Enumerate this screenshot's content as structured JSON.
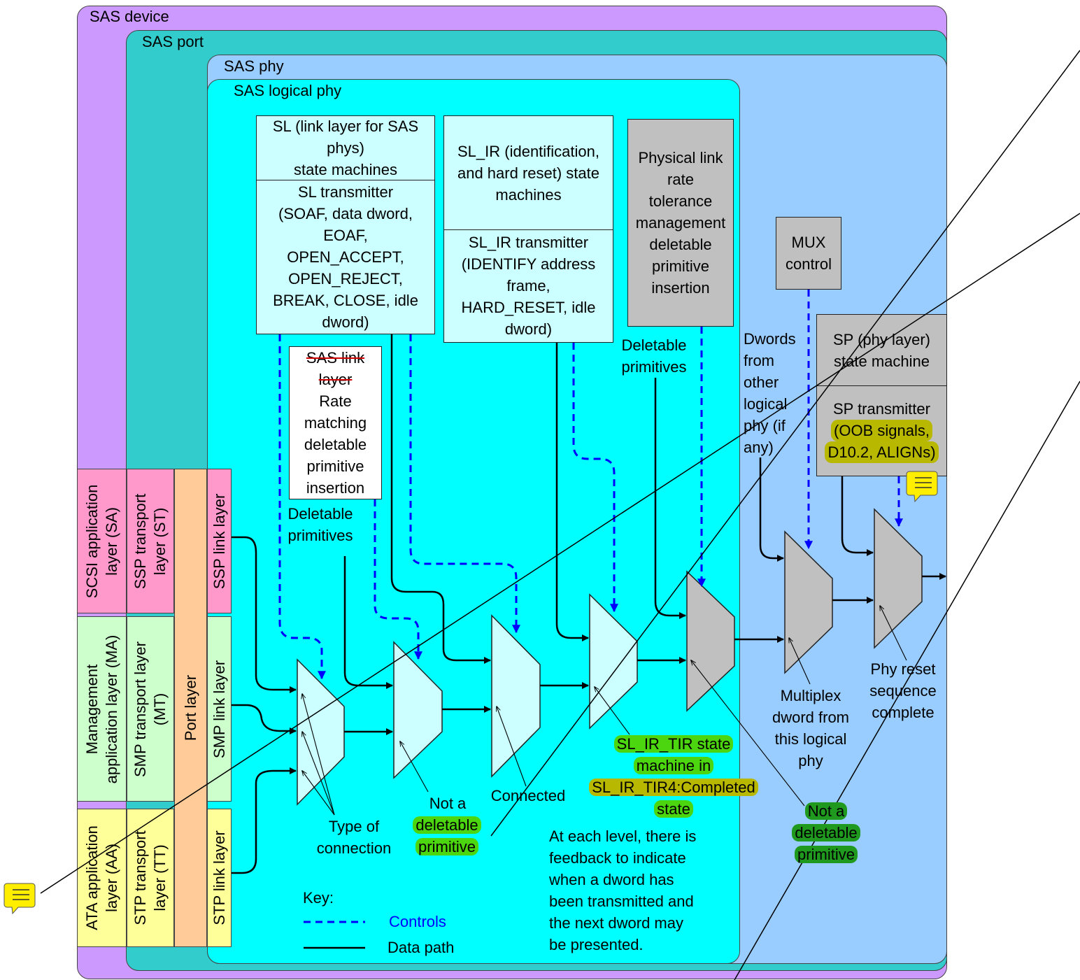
{
  "regions": {
    "device": "SAS device",
    "port": "SAS port",
    "phy": "SAS phy",
    "logical_phy": "SAS logical phy"
  },
  "layers": {
    "sa": [
      "SCSI application",
      "layer (SA)"
    ],
    "st": [
      "SSP transport",
      "layer (ST)"
    ],
    "ssp_link": "SSP link layer",
    "ma": [
      "Management",
      "application layer (MA)"
    ],
    "mt": [
      "SMP transport layer",
      "(MT)"
    ],
    "smp_link": "SMP link layer",
    "aa": [
      "ATA application",
      "layer (AA)"
    ],
    "tt": [
      "STP transport",
      "layer (TT)"
    ],
    "stp_link": "STP link layer",
    "port_layer": "Port layer"
  },
  "sl_box": {
    "sm": [
      "SL (link layer for SAS",
      "phys)",
      "state machines"
    ],
    "tx": [
      "SL transmitter",
      "(SOAF, data dword,",
      "EOAF,",
      "OPEN_ACCEPT,",
      "OPEN_REJECT,",
      "BREAK, CLOSE,  idle",
      "dword)"
    ]
  },
  "sl_ir_box": {
    "sm": [
      "SL_IR (identification,",
      "and hard reset) state",
      "machines"
    ],
    "tx": [
      "SL_IR transmitter",
      "(IDENTIFY address",
      "frame,",
      "HARD_RESET, idle",
      "dword)"
    ]
  },
  "rate_box": {
    "strike": [
      "SAS link",
      "layer"
    ],
    "lines": [
      "Rate",
      "matching",
      "deletable",
      "primitive",
      "insertion"
    ]
  },
  "phys_rate_box": [
    "Physical link",
    "rate",
    "tolerance",
    "management",
    "deletable",
    "primitive",
    "insertion"
  ],
  "mux_box": [
    "MUX",
    "control"
  ],
  "sp_box": {
    "sm": [
      "SP (phy layer)",
      "state machine"
    ],
    "tx_title": "SP transmitter",
    "tx_hl": [
      "(OOB signals,",
      "D10.2, ALIGNs)"
    ]
  },
  "labels": {
    "deletable_left": [
      "Deletable",
      "primitives"
    ],
    "deletable_right": [
      "Deletable",
      "primitives"
    ],
    "dwords_other": [
      "Dwords",
      "from",
      "other",
      "logical",
      "phy (if",
      "any)"
    ],
    "type_conn": [
      "Type of",
      "connection"
    ],
    "not_a": "Not a",
    "not_del": [
      "deletable",
      "primitive"
    ],
    "connected": "Connected",
    "sl_ir_tir": [
      "SL_IR_TIR state",
      "machine in",
      "SL_IR_TIR4:Completed",
      "state"
    ],
    "not_del2": [
      "Not a",
      "deletable",
      "primitive"
    ],
    "multiplex": [
      "Multiplex",
      "dword from",
      "this logical",
      "phy"
    ],
    "phy_reset": [
      "Phy reset",
      "sequence",
      "complete"
    ],
    "feedback": [
      "At each level, there is",
      "feedback to indicate",
      "when a dword has",
      "been transmitted and",
      "the next dword may",
      "be presented."
    ],
    "key": "Key:",
    "controls": "Controls",
    "data_path": "Data path"
  },
  "colors": {
    "device": "#cc99ff",
    "port": "#33cccc",
    "phy": "#99ccff",
    "logical_phy": "#00ffff",
    "sas_layers": "#ff99cc",
    "smp_layers": "#ccffcc",
    "stp_layers": "#ffff99",
    "port_layer": "#ffcc99",
    "state_box": "#ccffff",
    "gray_box": "#c0c0c0",
    "control": "#0000ff",
    "comment_icon": "#ffee00"
  },
  "icons": [
    "comment-icon-left",
    "comment-icon-right"
  ]
}
